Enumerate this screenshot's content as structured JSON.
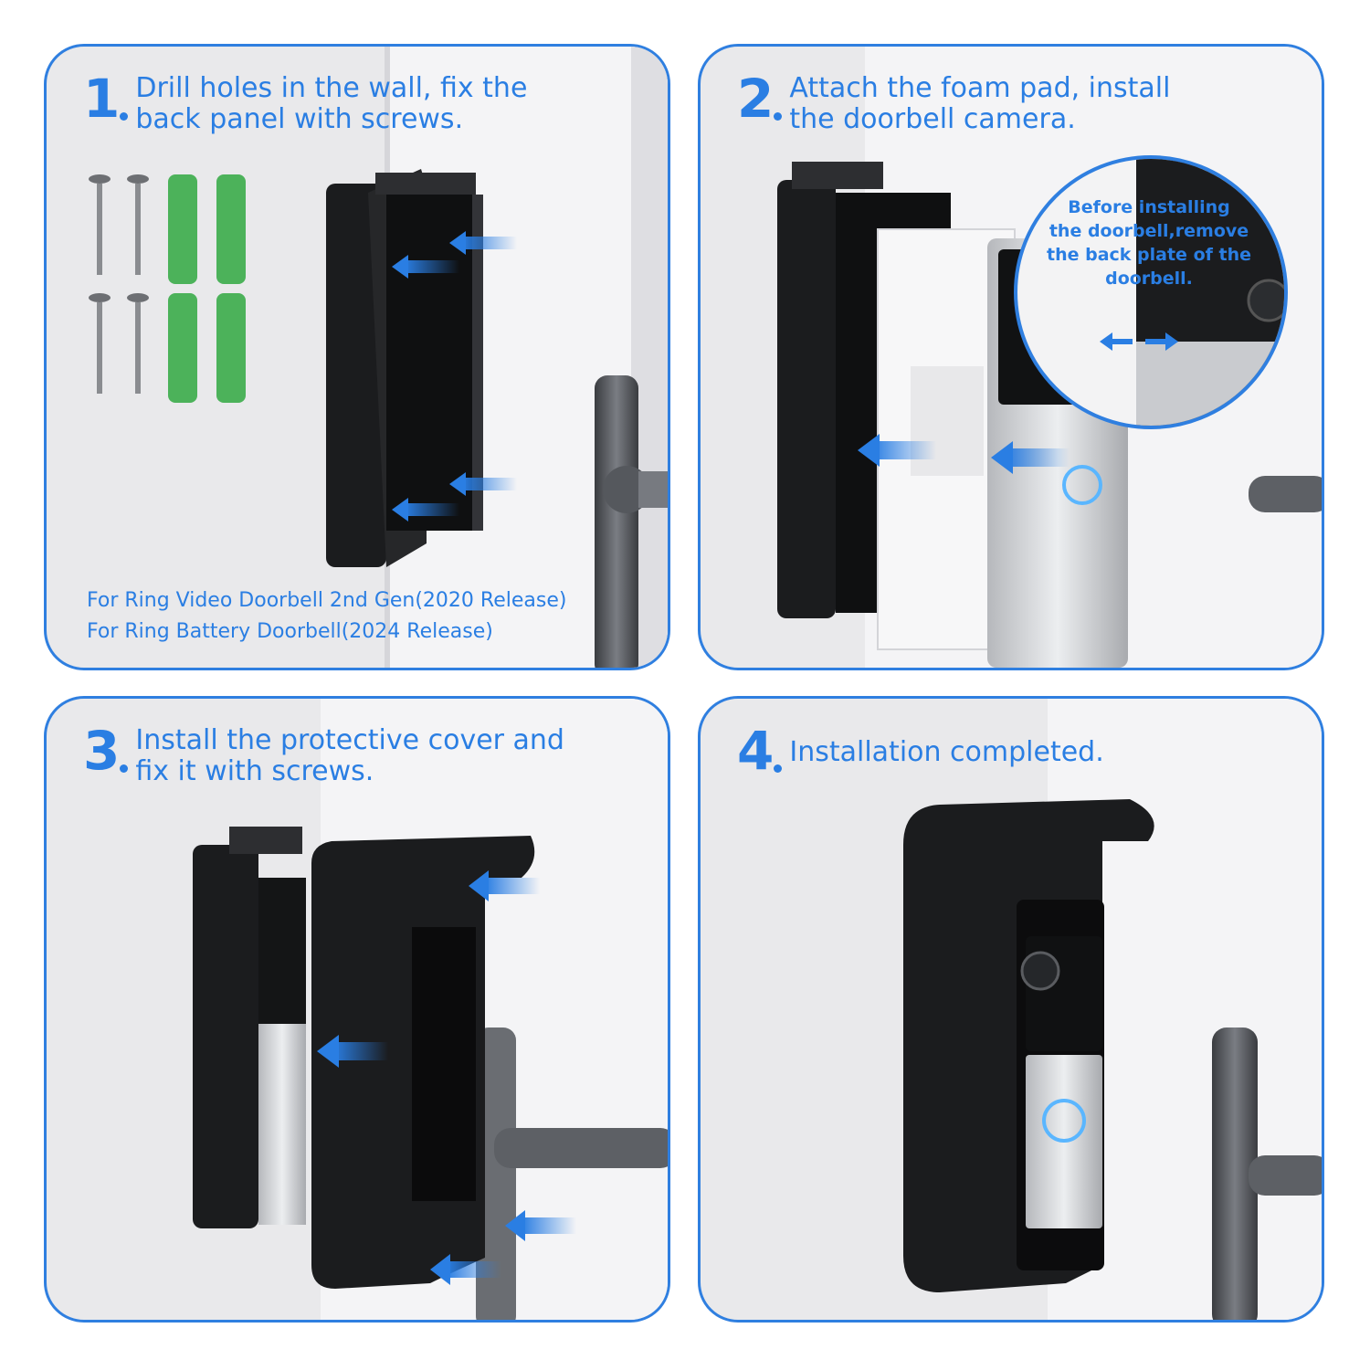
{
  "steps": [
    {
      "number": "1",
      "line1": "Drill holes in the wall, fix the",
      "line2": "back panel with screws."
    },
    {
      "number": "2",
      "line1": "Attach the foam pad, install",
      "line2": "the doorbell camera."
    },
    {
      "number": "3",
      "line1": "Install the protective cover and",
      "line2": "fix it with screws."
    },
    {
      "number": "4",
      "line1": "Installation completed.",
      "line2": ""
    }
  ],
  "compatibility": {
    "line1": "For Ring Video Doorbell 2nd Gen(2020 Release)",
    "line2": "For Ring Battery Doorbell(2024 Release)"
  },
  "callout": {
    "line1": "Before installing",
    "line2": "the doorbell,remove",
    "line3": "the back plate of the",
    "line4": "doorbell."
  },
  "colors": {
    "accent": "#2a7ee3",
    "panel_border": "#2f7fe0",
    "wall": "#e9e9eb",
    "mount": "#1b1c1e",
    "anchor": "#4cb25a"
  }
}
